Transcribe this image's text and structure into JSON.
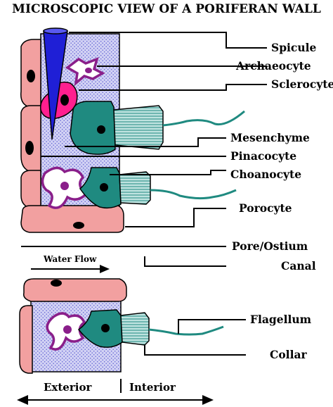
{
  "title": "MICROSCOPIC VIEW OF A PORIFERAN WALL",
  "labels": {
    "spicule": "Spicule",
    "archaeocyte": "Archaeocyte",
    "sclerocyte": "Sclerocyte",
    "mesenchyme": "Mesenchyme",
    "pinacocyte": "Pinacocyte",
    "choanocyte": "Choanocyte",
    "porocyte": "Porocyte",
    "pore_ostium": "Pore/Ostium",
    "canal": "Canal",
    "flagellum": "Flagellum",
    "collar": "Collar"
  },
  "water_flow": "Water Flow",
  "exterior": "Exterior",
  "interior": "Interior",
  "colors": {
    "pinacocyte": "#f2a0a0",
    "mesenchyme": "#c9c9f2",
    "choanocyte": "#1f8a80",
    "archaeocyte": "#8a1f8a",
    "sclerocyte": "#ff1f8f",
    "spicule": "#1f1fd6"
  }
}
